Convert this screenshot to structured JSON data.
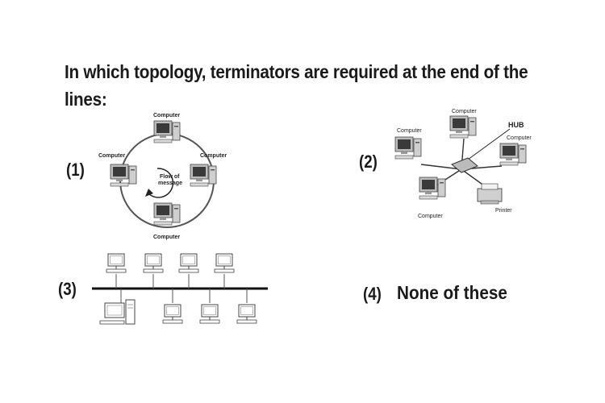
{
  "question": "In which topology, terminators are required at the end of the lines:",
  "options": [
    {
      "num": "(1)"
    },
    {
      "num": "(2)"
    },
    {
      "num": "(3)"
    },
    {
      "num": "(4)",
      "text": "None of these"
    }
  ],
  "ring": {
    "computer_label": "Computer",
    "flow_line1": "Flow of",
    "flow_line2": "message"
  },
  "star": {
    "computer_label": "Computer",
    "hub_label": "HUB",
    "printer_label": "Printer"
  }
}
